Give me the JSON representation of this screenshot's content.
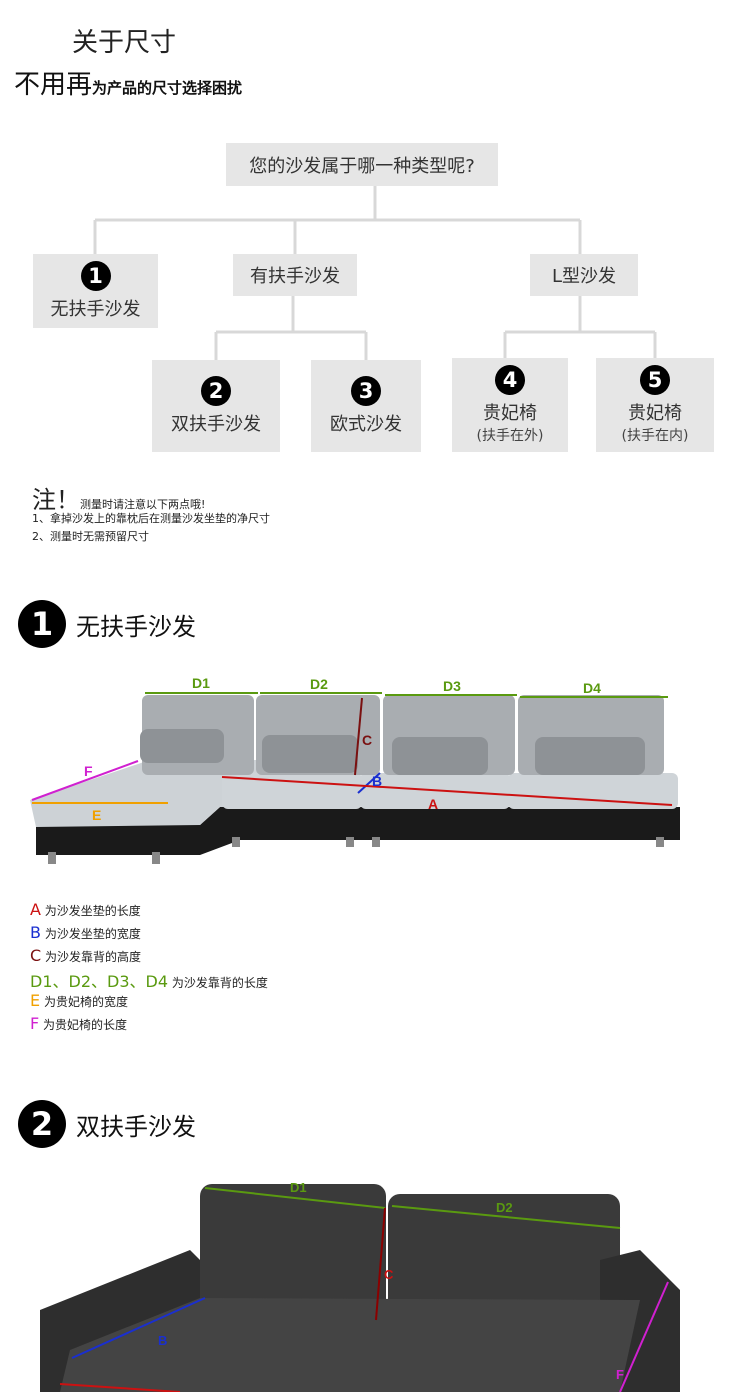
{
  "header": {
    "title": "关于尺寸",
    "sub_big": "不用再",
    "sub_small": "为产品的尺寸选择困扰"
  },
  "tree": {
    "question": "您的沙发属于哪一种类型呢?",
    "n1": {
      "num": "1",
      "label": "无扶手沙发"
    },
    "armrest": "有扶手沙发",
    "lshape": "L型沙发",
    "n2": {
      "num": "2",
      "label": "双扶手沙发"
    },
    "n3": {
      "num": "3",
      "label": "欧式沙发"
    },
    "n4": {
      "num": "4",
      "label": "贵妃椅",
      "paren": "(扶手在外)"
    },
    "n5": {
      "num": "5",
      "label": "贵妃椅",
      "paren": "(扶手在内)"
    }
  },
  "note": {
    "head": "注！",
    "head_small": "测量时请注意以下两点哦!",
    "line1": "1、拿掉沙发上的靠枕后在测量沙发坐垫的净尺寸",
    "line2": "2、测量时无需预留尺寸"
  },
  "section1": {
    "num": "1",
    "label": "无扶手沙发",
    "dims": {
      "d1": "D1",
      "d2": "D2",
      "d3": "D3",
      "d4": "D4",
      "a": "A",
      "b": "B",
      "c": "C",
      "e": "E",
      "f": "F"
    },
    "legend": [
      {
        "key": "A",
        "text": "为沙发坐垫的长度",
        "color": "#cc1111"
      },
      {
        "key": "B",
        "text": "为沙发坐垫的宽度",
        "color": "#1a2fd0"
      },
      {
        "key": "C",
        "text": "为沙发靠背的高度",
        "color": "#7a1010"
      },
      {
        "key": "D1、D2、D3、D4",
        "text": "为沙发靠背的长度",
        "color": "#5a9a10"
      },
      {
        "key": "E",
        "text": "为贵妃椅的宽度",
        "color": "#f0a000"
      },
      {
        "key": "F",
        "text": "为贵妃椅的长度",
        "color": "#d020d0"
      }
    ]
  },
  "section2": {
    "num": "2",
    "label": "双扶手沙发",
    "dims": {
      "d1": "D1",
      "d2": "D2",
      "b": "B",
      "c": "C",
      "f": "F"
    }
  },
  "colors": {
    "box": "#e6e6e6",
    "line": "#d8d8d8",
    "red": "#cc1111",
    "blue": "#1a2fd0",
    "green": "#5a9a10",
    "orange": "#f0a000",
    "magenta": "#d020d0",
    "darkred": "#7a1010"
  }
}
